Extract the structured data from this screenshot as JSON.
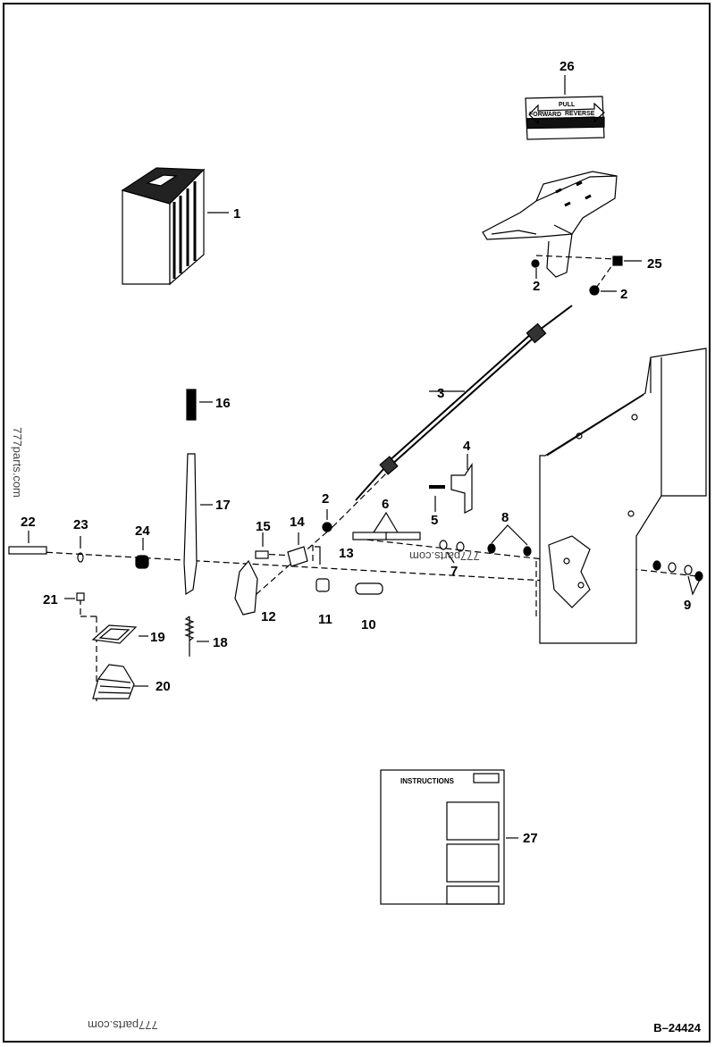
{
  "drawing_number": "B–24424",
  "callouts": [
    {
      "id": "c1",
      "label": "1"
    },
    {
      "id": "c2a",
      "label": "2"
    },
    {
      "id": "c2b",
      "label": "2"
    },
    {
      "id": "c2c",
      "label": "2"
    },
    {
      "id": "c3",
      "label": "3"
    },
    {
      "id": "c4",
      "label": "4"
    },
    {
      "id": "c5",
      "label": "5"
    },
    {
      "id": "c6",
      "label": "6"
    },
    {
      "id": "c7",
      "label": "7"
    },
    {
      "id": "c8",
      "label": "8"
    },
    {
      "id": "c9",
      "label": "9"
    },
    {
      "id": "c10",
      "label": "10"
    },
    {
      "id": "c11",
      "label": "11"
    },
    {
      "id": "c12",
      "label": "12"
    },
    {
      "id": "c13",
      "label": "13"
    },
    {
      "id": "c14",
      "label": "14"
    },
    {
      "id": "c15",
      "label": "15"
    },
    {
      "id": "c16",
      "label": "16"
    },
    {
      "id": "c17",
      "label": "17"
    },
    {
      "id": "c18",
      "label": "18"
    },
    {
      "id": "c19",
      "label": "19"
    },
    {
      "id": "c20",
      "label": "20"
    },
    {
      "id": "c21",
      "label": "21"
    },
    {
      "id": "c22",
      "label": "22"
    },
    {
      "id": "c23",
      "label": "23"
    },
    {
      "id": "c24",
      "label": "24"
    },
    {
      "id": "c25",
      "label": "25"
    },
    {
      "id": "c26",
      "label": "26"
    },
    {
      "id": "c27",
      "label": "27"
    }
  ],
  "decal_26": {
    "top": "PULL",
    "left": "FORWARD",
    "right": "REVERSE"
  },
  "decal_27": {
    "title": "INSTRUCTIONS"
  },
  "watermarks": [
    "777parts.com",
    "777parts.com",
    "777parts.com"
  ]
}
